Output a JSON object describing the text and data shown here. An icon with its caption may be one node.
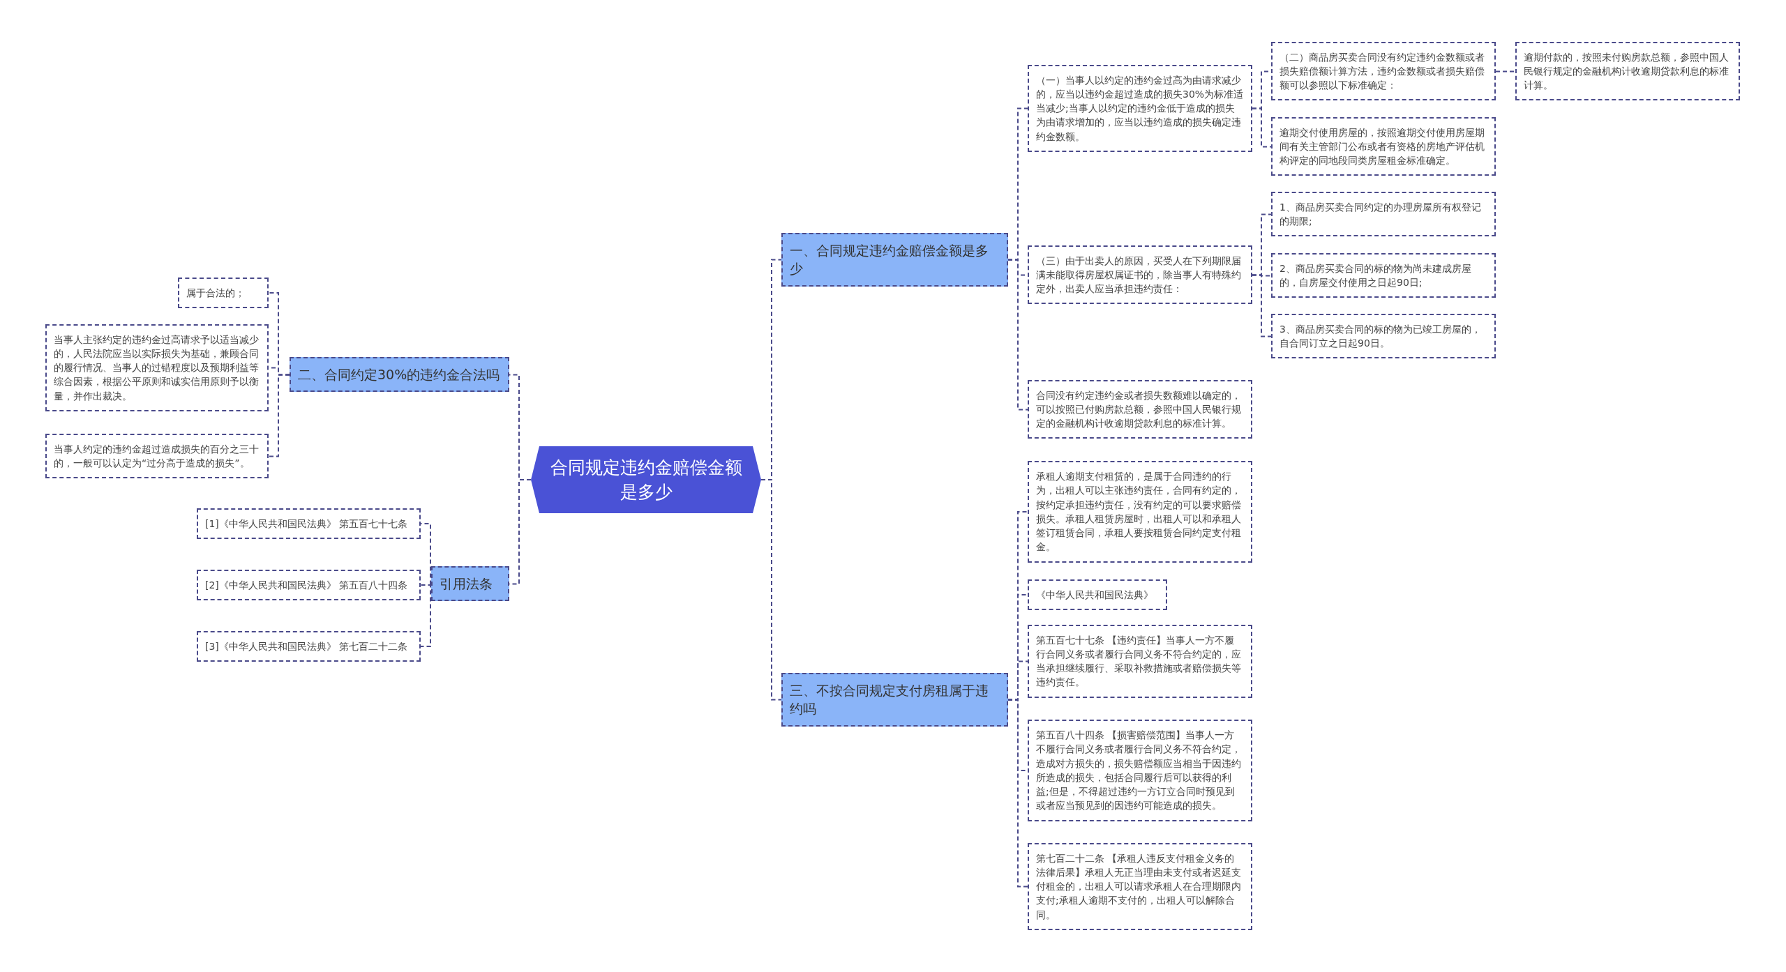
{
  "diagram": {
    "nodes": [
      {
        "text": [
          "合同规定违约金赔偿金额是多少"
        ]
      },
      {
        "text": [
          "一、合同规定违约金赔偿金额是多少"
        ]
      },
      {
        "text": [
          "（一）当事人以约定的违约金过高为由请求减少的，应当以违约金超过造成的损失30%为标准适当减少;当事人以约定的违约金低于造成的损失为由请求增加的，应当以违约造成的损失确定违约金数额。"
        ]
      },
      {
        "text": [
          "（二）商品房买卖合同没有约定违约金数额或者损失赔偿额计算方法，违约金数额或者损失赔偿额可以参照以下标准确定："
        ]
      },
      {
        "text": [
          "逾期付款的，按照未付购房款总额，参照中国人民银行规定的金融机构计收逾期贷款利息的标准计算。"
        ]
      },
      {
        "text": [
          "逾期交付使用房屋的，按照逾期交付使用房屋期间有关主管部门公布或者有资格的房地产评估机构评定的同地段同类房屋租金标准确定。"
        ]
      },
      {
        "text": [
          "（三）由于出卖人的原因，买受人在下列期限届满未能取得房屋权属证书的，除当事人有特殊约定外，出卖人应当承担违约责任："
        ]
      },
      {
        "text": [
          "1、商品房买卖合同约定的办理房屋所有权登记的期限;"
        ]
      },
      {
        "text": [
          "2、商品房买卖合同的标的物为尚未建成房屋的，自房屋交付使用之日起90日;"
        ]
      },
      {
        "text": [
          "3、商品房买卖合同的标的物为已竣工房屋的，自合同订立之日起90日。"
        ]
      },
      {
        "text": [
          "合同没有约定违约金或者损失数额难以确定的，可以按照已付购房款总额，参照中国人民银行规定的金融机构计收逾期贷款利息的标准计算。"
        ]
      },
      {
        "text": [
          "三、不按合同规定支付房租属于违约吗"
        ]
      },
      {
        "text": [
          "承租人逾期支付租赁的，是属于合同违约的行为，出租人可以主张违约责任，合同有约定的，按约定承担违约责任，没有约定的可以要求赔偿损失。承租人租赁房屋时，出租人可以和承租人签订租赁合同，承租人要按租赁合同约定支付租金。"
        ]
      },
      {
        "text": [
          "《中华人民共和国民法典》"
        ]
      },
      {
        "text": [
          "第五百七十七条 【违约责任】当事人一方不履行合同义务或者履行合同义务不符合约定的，应当承担继续履行、采取补救措施或者赔偿损失等违约责任。"
        ]
      },
      {
        "text": [
          "第五百八十四条 【损害赔偿范围】当事人一方不履行合同义务或者履行合同义务不符合约定，造成对方损失的，损失赔偿额应当相当于因违约所造成的损失，包括合同履行后可以获得的利益;但是，不得超过违约一方订立合同时预见到或者应当预见到的因违约可能造成的损失。"
        ]
      },
      {
        "text": [
          "第七百二十二条 【承租人违反支付租金义务的法律后果】承租人无正当理由未支付或者迟延支付租金的，出租人可以请求承租人在合理期限内支付;承租人逾期不支付的，出租人可以解除合同。"
        ]
      },
      {
        "text": [
          "二、合同约定30%的违约金合法吗"
        ]
      },
      {
        "text": [
          "属于合法的；"
        ]
      },
      {
        "text": [
          "当事人主张约定的违约金过高请求予以适当减少的，人民法院应当以实际损失为基础，兼顾合同的履行情况、当事人的过错程度以及预期利益等综合因素，根据公平原则和诚实信用原则予以衡量，并作出裁决。"
        ]
      },
      {
        "text": [
          "当事人约定的违约金超过造成损失的百分之三十的，一般可以认定为“过分高于造成的损失”。"
        ]
      },
      {
        "text": [
          "引用法条"
        ]
      },
      {
        "text": [
          "[1]《中华人民共和国民法典》 第五百七十七条"
        ]
      },
      {
        "text": [
          "[2]《中华人民共和国民法典》 第五百八十四条"
        ]
      },
      {
        "text": [
          "[3]《中华人民共和国民法典》 第七百二十二条"
        ]
      }
    ],
    "edges": [
      {
        "from": 0,
        "to": 1,
        "arrow": "none"
      },
      {
        "from": 1,
        "to": 2,
        "arrow": "none"
      },
      {
        "from": 2,
        "to": 3,
        "arrow": "none"
      },
      {
        "from": 3,
        "to": 4,
        "arrow": "none"
      },
      {
        "from": 2,
        "to": 5,
        "arrow": "none"
      },
      {
        "from": 1,
        "to": 6,
        "arrow": "none"
      },
      {
        "from": 6,
        "to": 7,
        "arrow": "none"
      },
      {
        "from": 6,
        "to": 8,
        "arrow": "none"
      },
      {
        "from": 6,
        "to": 9,
        "arrow": "none"
      },
      {
        "from": 1,
        "to": 10,
        "arrow": "none"
      },
      {
        "from": 0,
        "to": 11,
        "arrow": "none"
      },
      {
        "from": 11,
        "to": 12,
        "arrow": "none"
      },
      {
        "from": 11,
        "to": 13,
        "arrow": "none"
      },
      {
        "from": 11,
        "to": 14,
        "arrow": "none"
      },
      {
        "from": 11,
        "to": 15,
        "arrow": "none"
      },
      {
        "from": 11,
        "to": 16,
        "arrow": "none"
      },
      {
        "from": 0,
        "to": 17,
        "arrow": "none"
      },
      {
        "from": 17,
        "to": 18,
        "arrow": "none"
      },
      {
        "from": 17,
        "to": 19,
        "arrow": "none"
      },
      {
        "from": 17,
        "to": 20,
        "arrow": "none"
      },
      {
        "from": 0,
        "to": 21,
        "arrow": "none"
      },
      {
        "from": 21,
        "to": 22,
        "arrow": "none"
      },
      {
        "from": 21,
        "to": 23,
        "arrow": "none"
      },
      {
        "from": 21,
        "to": 24,
        "arrow": "none"
      }
    ]
  }
}
